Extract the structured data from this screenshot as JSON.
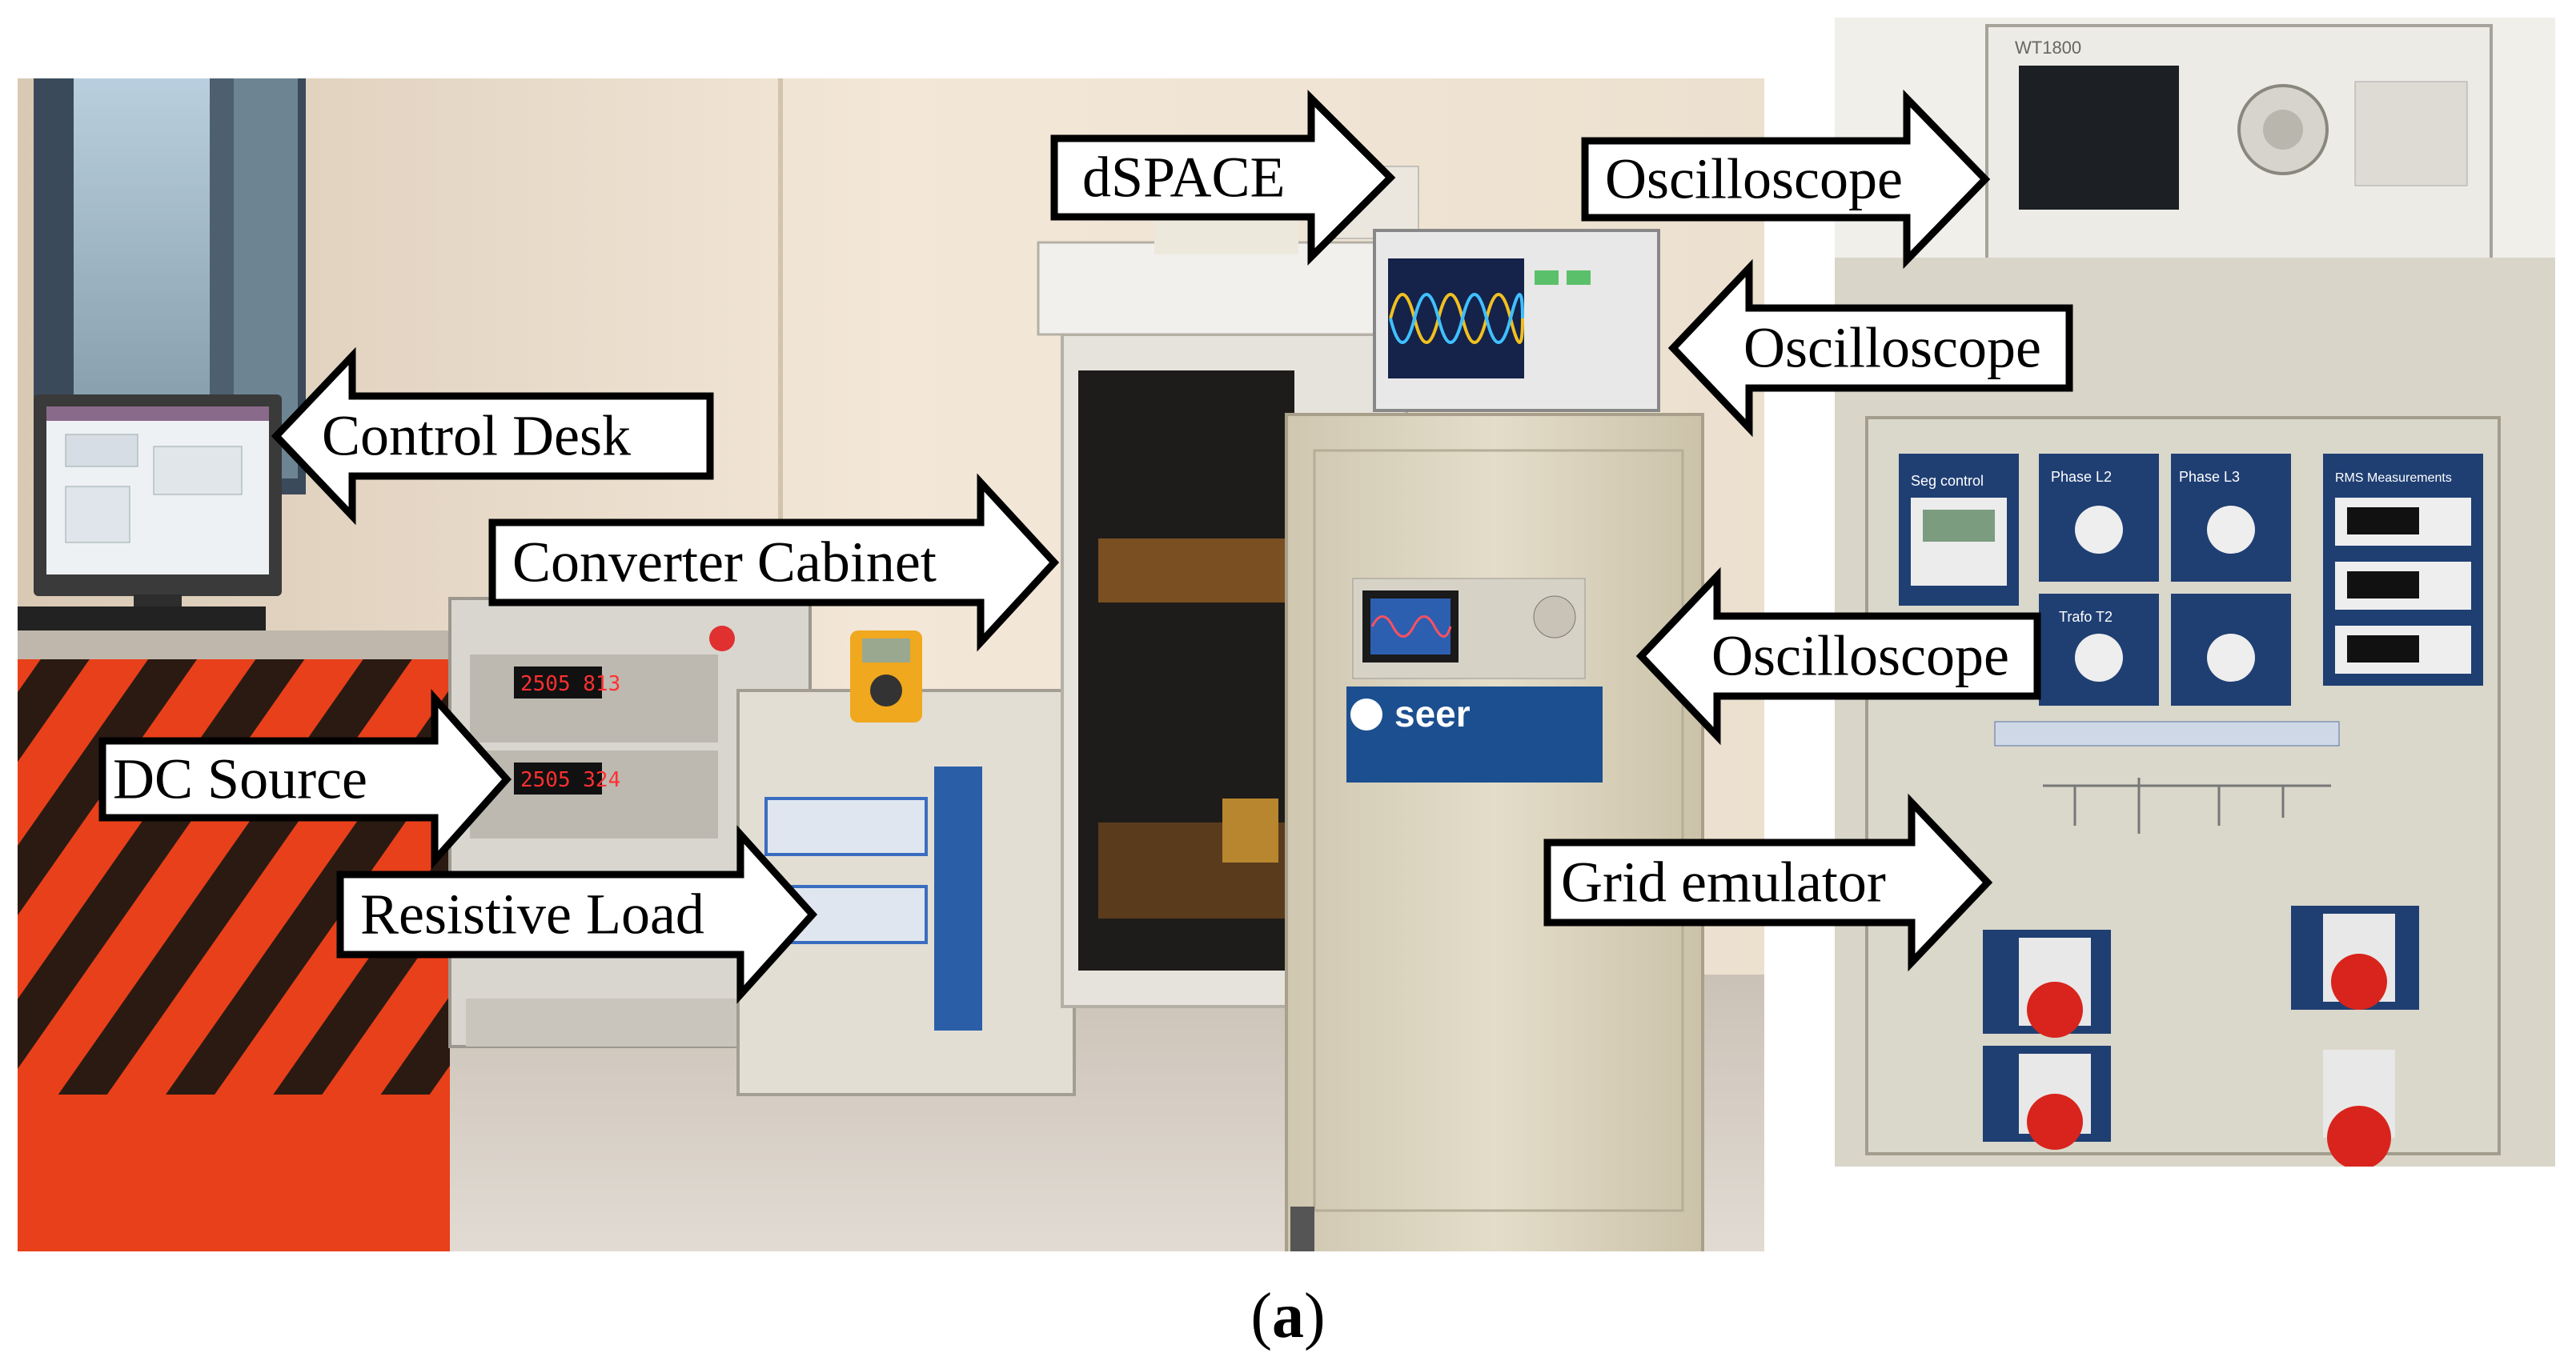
{
  "labels": {
    "dspace": "dSPACE",
    "oscilloscope_top": "Oscilloscope",
    "oscilloscope_mid": "Oscilloscope",
    "control_desk": "Control Desk",
    "converter_cabinet": "Converter Cabinet",
    "oscilloscope_cabinet": "Oscilloscope",
    "dc_source": "DC Source",
    "resistive_load": "Resistive Load",
    "grid_emulator": "Grid emulator"
  },
  "caption": {
    "open": "(",
    "letter": "a",
    "close": ")"
  },
  "device_text": {
    "seer_logo": "seer",
    "seg_control": "Seg control",
    "phase_l2": "Phase L2",
    "phase_l3": "Phase L3",
    "rms": "RMS Measurements",
    "trafo": "Trafo T2",
    "wt_model": "WT1800"
  },
  "colors": {
    "arrow_fill": "#ffffff",
    "arrow_stroke": "#000000",
    "wall": "#efe2d2",
    "floor": "#d3cbc2",
    "cabinet": "#ddd5bf",
    "hazard_orange": "#e8401a",
    "panel_blue": "#1c3e6e"
  }
}
